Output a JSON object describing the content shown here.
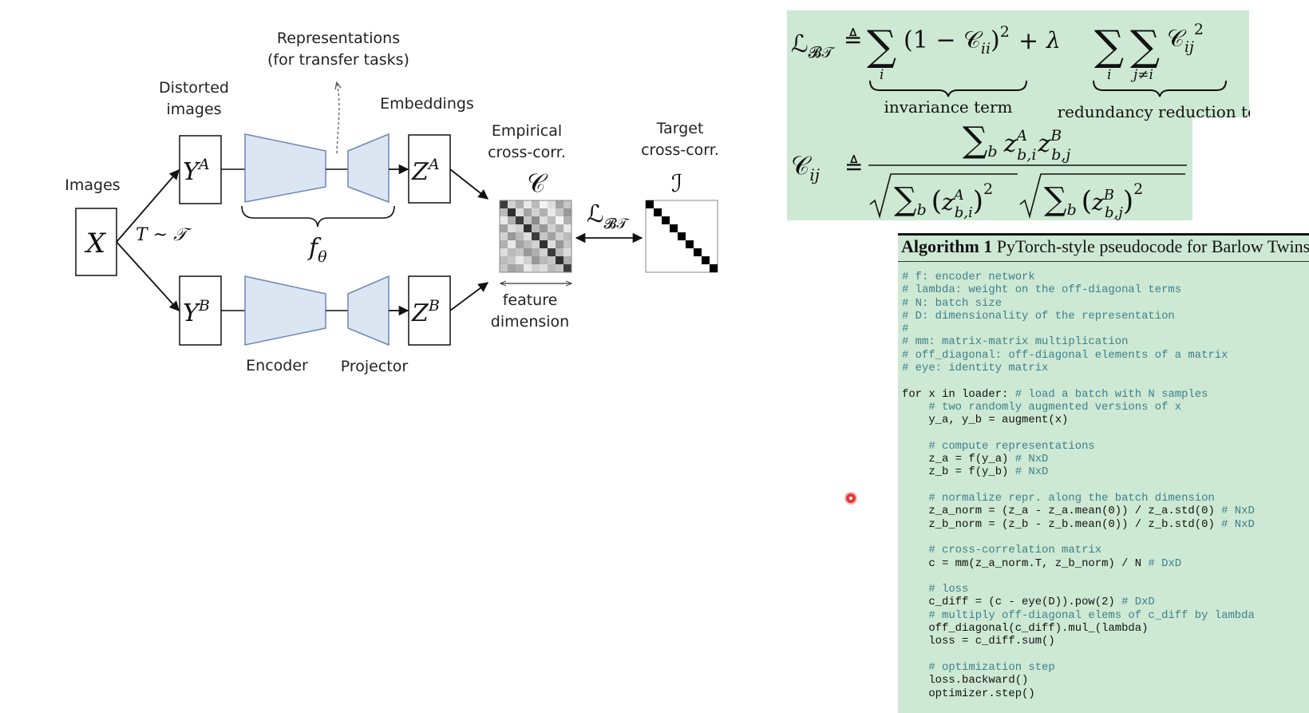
{
  "diagram": {
    "labels": {
      "representations_1": "Representations",
      "representations_2": "(for transfer tasks)",
      "distorted_1": "Distorted",
      "distorted_2": "images",
      "embeddings": "Embeddings",
      "images": "Images",
      "empirical_1": "Empirical",
      "empirical_2": "cross-corr.",
      "target_1": "Target",
      "target_2": "cross-corr.",
      "feature_1": "feature",
      "feature_2": "dimension",
      "encoder": "Encoder",
      "projector": "Projector"
    },
    "symbols": {
      "x": "X",
      "ya_base": "Y",
      "ya_sup": "A",
      "yb_base": "Y",
      "yb_sup": "B",
      "za_base": "Z",
      "za_sup": "A",
      "zb_base": "Z",
      "zb_sup": "B",
      "transform": "T ~ 𝒯",
      "f_base": "f",
      "f_sub": "θ",
      "c_cal": "𝒞",
      "i_cal": "ℐ",
      "loss_base": "ℒ",
      "loss_sub": "𝓑𝒯"
    },
    "colors": {
      "block_fill": "#dce6f3",
      "block_stroke": "#6a87b8"
    },
    "empirical_matrix": [
      [
        0.85,
        0.2,
        0.35,
        0.1,
        0.3,
        0.05,
        0.15,
        0.4,
        0.25
      ],
      [
        0.3,
        0.9,
        0.15,
        0.4,
        0.2,
        0.35,
        0.1,
        0.25,
        0.45
      ],
      [
        0.1,
        0.35,
        0.85,
        0.25,
        0.5,
        0.15,
        0.3,
        0.05,
        0.35
      ],
      [
        0.4,
        0.15,
        0.2,
        0.9,
        0.3,
        0.45,
        0.2,
        0.35,
        0.1
      ],
      [
        0.2,
        0.45,
        0.3,
        0.15,
        0.85,
        0.25,
        0.4,
        0.2,
        0.3
      ],
      [
        0.35,
        0.1,
        0.4,
        0.3,
        0.2,
        0.9,
        0.15,
        0.45,
        0.25
      ],
      [
        0.15,
        0.3,
        0.25,
        0.45,
        0.35,
        0.2,
        0.85,
        0.3,
        0.15
      ],
      [
        0.3,
        0.25,
        0.1,
        0.2,
        0.45,
        0.3,
        0.25,
        0.9,
        0.35
      ],
      [
        0.25,
        0.4,
        0.35,
        0.1,
        0.2,
        0.15,
        0.3,
        0.25,
        0.85
      ]
    ],
    "target_size": 9
  },
  "equations": {
    "colors": {
      "panel_bg": "#cde9d3"
    },
    "eq1": {
      "lhs_base": "ℒ",
      "lhs_sub": "𝓑𝒯",
      "def": "≜",
      "sum": "∑",
      "sum1_sub": "i",
      "term1": "(1 − 𝒞",
      "term1_sub": "ii",
      "term1_close": ")",
      "sq": "2",
      "plus": "+",
      "lambda": "λ",
      "sum2_sub": "i",
      "sum3_sub": "j≠i",
      "term2": "𝒞",
      "term2_sub": "ij",
      "invariance": "invariance term",
      "redundancy": "redundancy reduction term"
    },
    "eq2": {
      "lhs": "𝒞",
      "lhs_sub": "ij",
      "def": "≜",
      "num_sum": "∑",
      "num_sum_sub": "b",
      "z": "z",
      "za_sup": "A",
      "za_sub": "b,i",
      "zb_sup": "B",
      "zb_sub": "b,j",
      "open": "(",
      "close": ")",
      "sq": "2"
    }
  },
  "algorithm": {
    "title_bold": "Algorithm 1",
    "title_rest": " PyTorch-style pseudocode for Barlow Twins",
    "lines": [
      {
        "code": "",
        "comment": "# f: encoder network"
      },
      {
        "code": "",
        "comment": "# lambda: weight on the off-diagonal terms"
      },
      {
        "code": "",
        "comment": "# N: batch size"
      },
      {
        "code": "",
        "comment": "# D: dimensionality of the representation"
      },
      {
        "code": "",
        "comment": "#"
      },
      {
        "code": "",
        "comment": "# mm: matrix-matrix multiplication"
      },
      {
        "code": "",
        "comment": "# off_diagonal: off-diagonal elements of a matrix"
      },
      {
        "code": "",
        "comment": "# eye: identity matrix"
      },
      {
        "code": "",
        "comment": ""
      },
      {
        "code": "for x in loader: ",
        "comment": "# load a batch with N samples"
      },
      {
        "code": "    ",
        "comment": "# two randomly augmented versions of x"
      },
      {
        "code": "    y_a, y_b = augment(x)",
        "comment": ""
      },
      {
        "code": "",
        "comment": ""
      },
      {
        "code": "    ",
        "comment": "# compute representations"
      },
      {
        "code": "    z_a = f(y_a) ",
        "comment": "# NxD"
      },
      {
        "code": "    z_b = f(y_b) ",
        "comment": "# NxD"
      },
      {
        "code": "",
        "comment": ""
      },
      {
        "code": "    ",
        "comment": "# normalize repr. along the batch dimension"
      },
      {
        "code": "    z_a_norm = (z_a - z_a.mean(0)) / z_a.std(0) ",
        "comment": "# NxD"
      },
      {
        "code": "    z_b_norm = (z_b - z_b.mean(0)) / z_b.std(0) ",
        "comment": "# NxD"
      },
      {
        "code": "",
        "comment": ""
      },
      {
        "code": "    ",
        "comment": "# cross-correlation matrix"
      },
      {
        "code": "    c = mm(z_a_norm.T, z_b_norm) / N ",
        "comment": "# DxD"
      },
      {
        "code": "",
        "comment": ""
      },
      {
        "code": "    ",
        "comment": "# loss"
      },
      {
        "code": "    c_diff = (c - eye(D)).pow(2) ",
        "comment": "# DxD"
      },
      {
        "code": "    ",
        "comment": "# multiply off-diagonal elems of c_diff by lambda"
      },
      {
        "code": "    off_diagonal(c_diff).mul_(lambda)",
        "comment": ""
      },
      {
        "code": "    loss = c_diff.sum()",
        "comment": ""
      },
      {
        "code": "",
        "comment": ""
      },
      {
        "code": "    ",
        "comment": "# optimization step"
      },
      {
        "code": "    loss.backward()",
        "comment": ""
      },
      {
        "code": "    optimizer.step()",
        "comment": ""
      }
    ]
  }
}
